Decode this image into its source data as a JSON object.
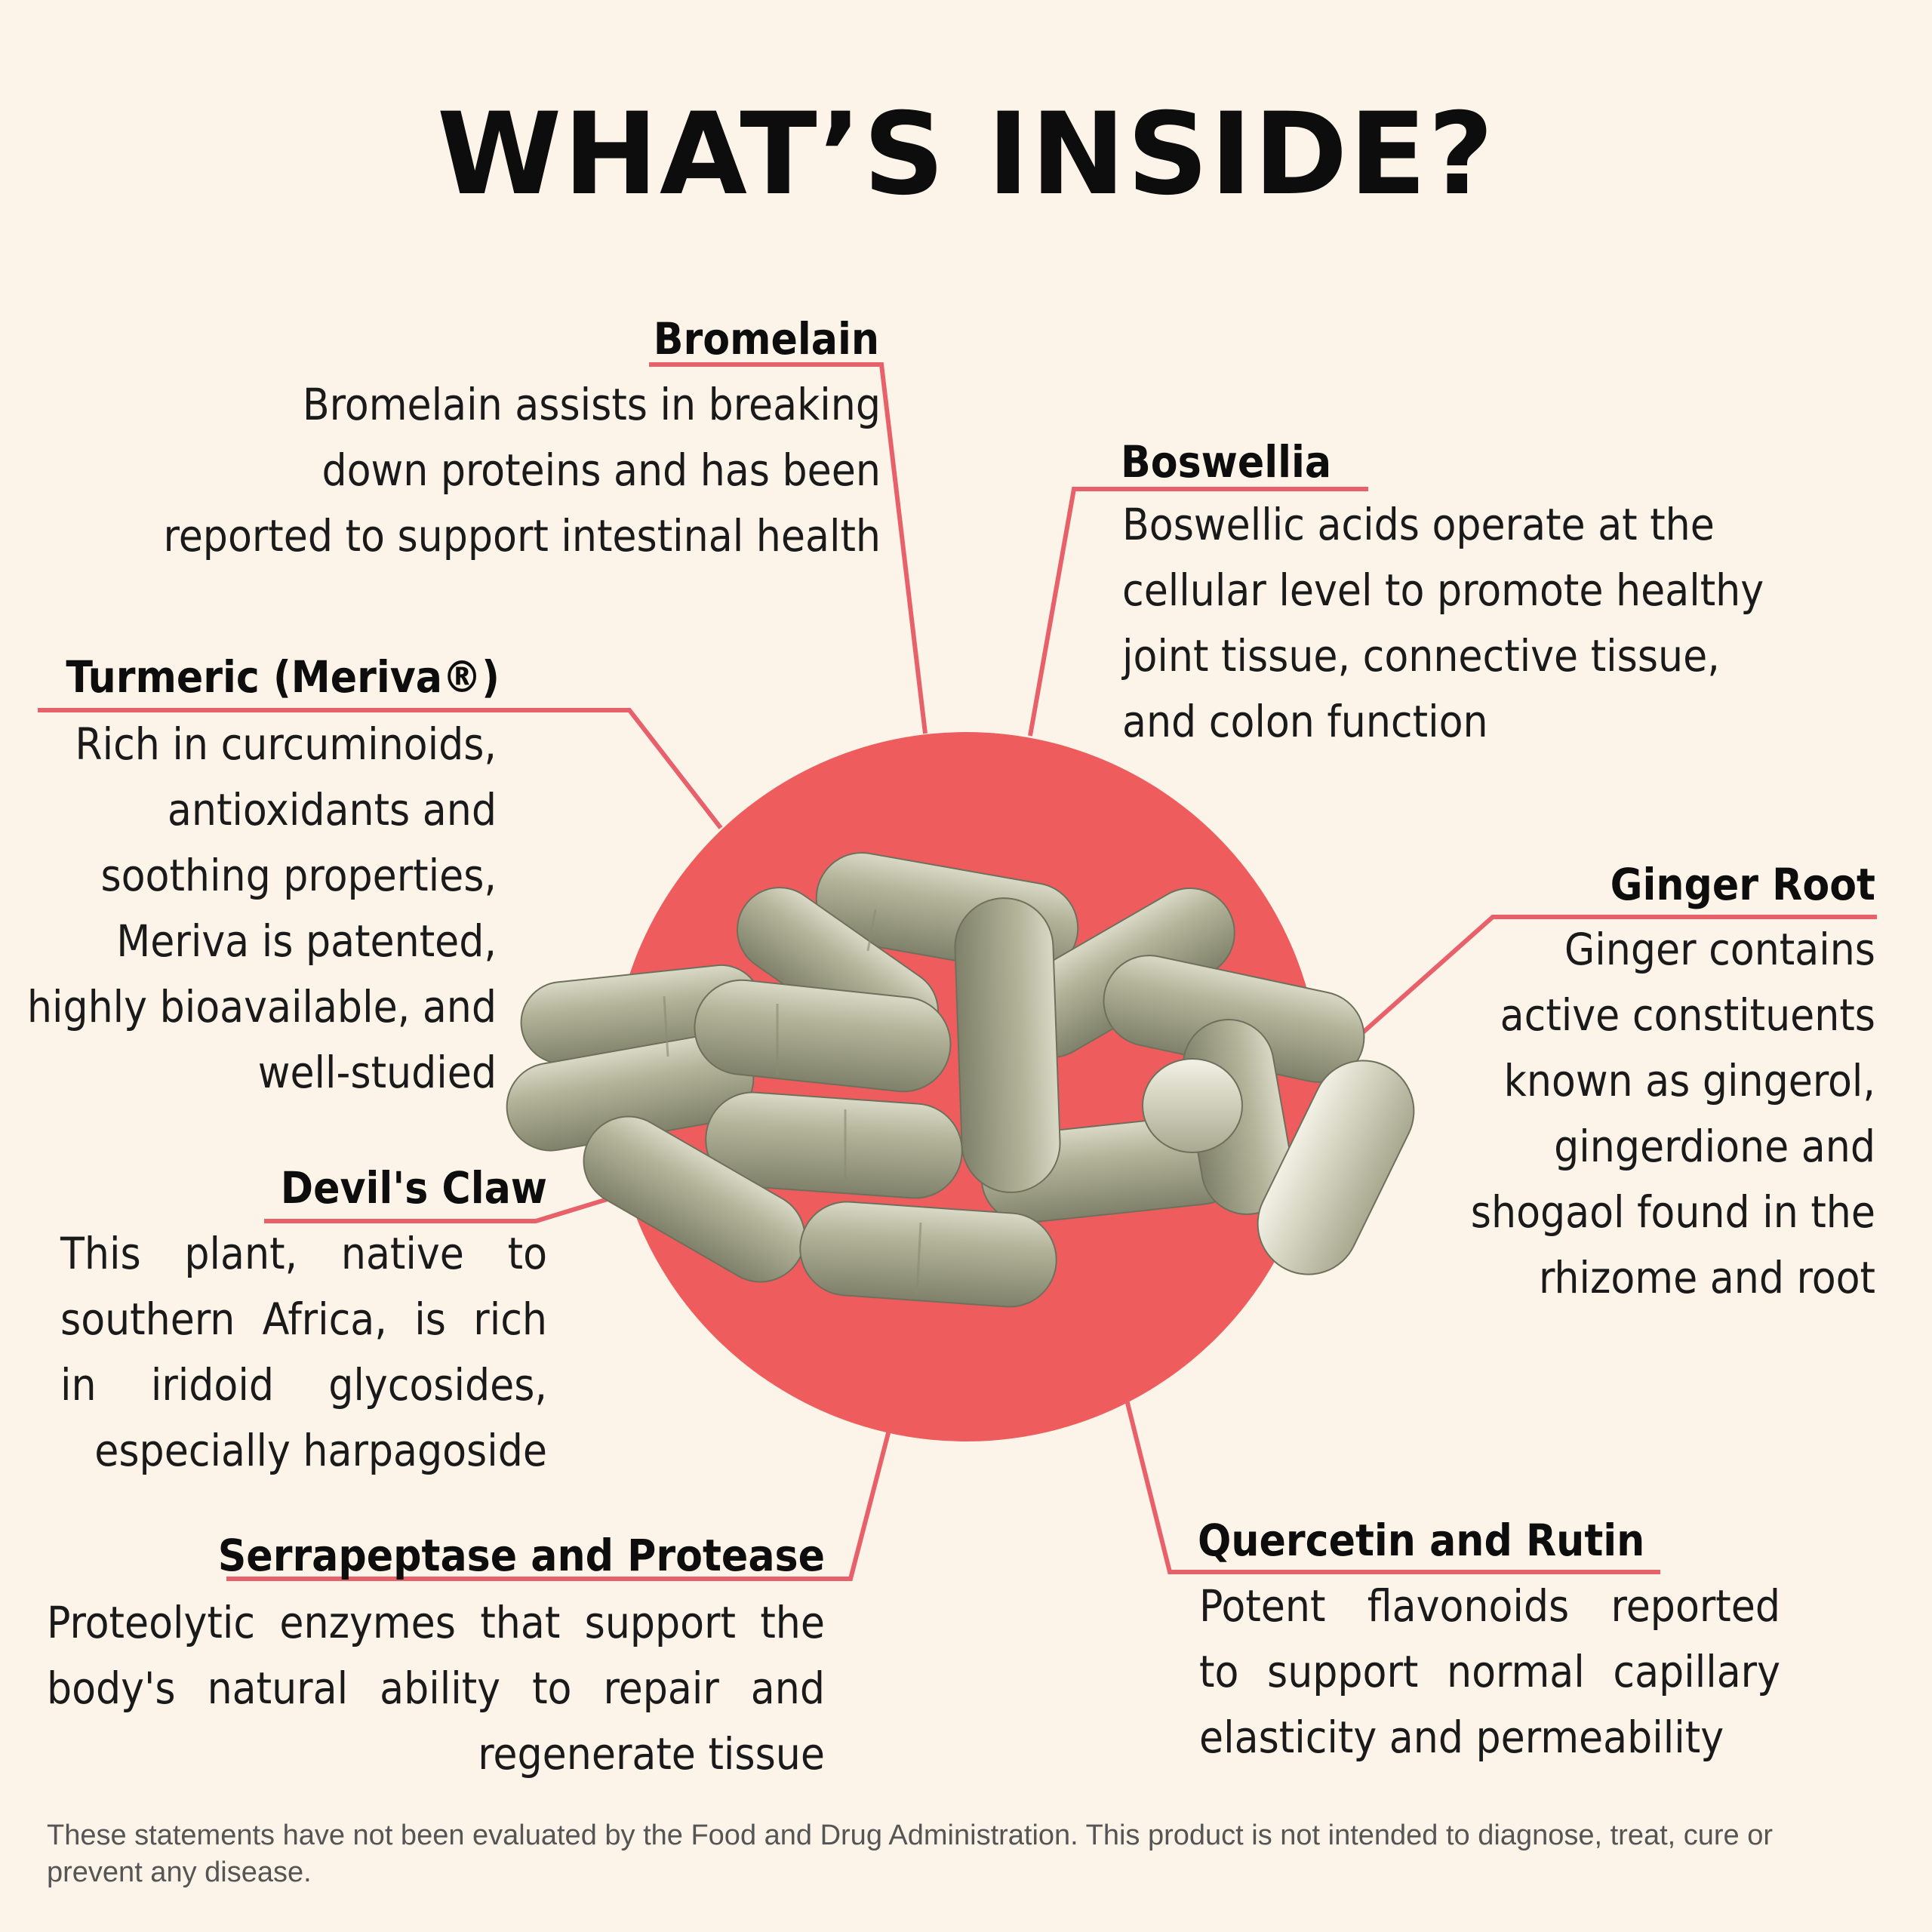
{
  "title": "WHAT’S INSIDE?",
  "colors": {
    "background": "#fcf4e8",
    "accent": "#ef5c5e",
    "capsule": "#a8a98c"
  },
  "ingredients": [
    {
      "name": "Bromelain",
      "lines": [
        "Bromelain assists in breaking",
        "down proteins and has been",
        "reported to support intestinal health"
      ]
    },
    {
      "name": "Boswellia",
      "lines": [
        "Boswellic acids operate at the",
        "cellular level to promote healthy",
        "joint tissue, connective tissue,",
        "and colon function"
      ]
    },
    {
      "name": "Turmeric (Meriva®)",
      "lines": [
        "Rich in curcuminoids,",
        "antioxidants and",
        "soothing properties,",
        "Meriva is patented,",
        "highly bioavailable, and",
        "well-studied"
      ]
    },
    {
      "name": "Ginger Root",
      "lines": [
        "Ginger contains",
        "active constituents",
        "known as gingerol,",
        "gingerdione and",
        "shogaol found in the",
        "rhizome and root"
      ]
    },
    {
      "name": "Devil's Claw",
      "lines": [
        "This plant, native to",
        "southern Africa, is rich",
        "in iridoid glycosides,",
        "especially harpagoside"
      ]
    },
    {
      "name": "Serrapeptase and Protease",
      "lines": [
        "Proteolytic enzymes that support the",
        "body's natural ability to repair and",
        "regenerate tissue"
      ]
    },
    {
      "name": "Quercetin and Rutin",
      "lines": [
        "Potent flavonoids reported",
        "to support normal capillary",
        "elasticity and permeability"
      ]
    }
  ],
  "disclaimer": "These statements have not been evaluated by the Food and Drug Administration. This product is not intended to diagnose, treat, cure or prevent any disease."
}
